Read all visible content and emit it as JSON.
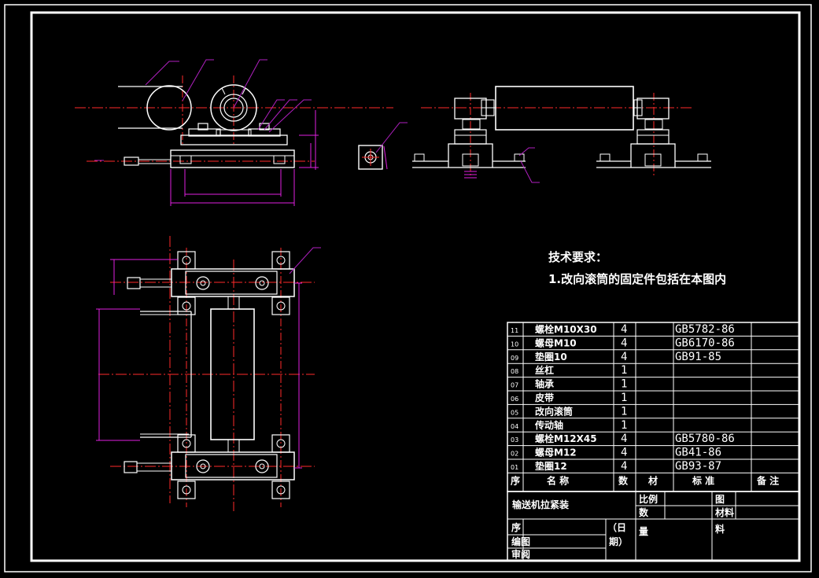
{
  "tech_requirements": {
    "heading": "技术要求：",
    "item1": "1.改向滚筒的固定件包括在本图内"
  },
  "parts_list": [
    {
      "no": "11",
      "name": "螺栓M10X30",
      "qty": "4",
      "standard": "GB5782-86"
    },
    {
      "no": "10",
      "name": "螺母M10",
      "qty": "4",
      "standard": "GB6170-86"
    },
    {
      "no": "09",
      "name": "垫圈10",
      "qty": "4",
      "standard": "GB91-85"
    },
    {
      "no": "08",
      "name": "丝杠",
      "qty": "1",
      "standard": ""
    },
    {
      "no": "07",
      "name": "轴承",
      "qty": "1",
      "standard": ""
    },
    {
      "no": "06",
      "name": "皮带",
      "qty": "1",
      "standard": ""
    },
    {
      "no": "05",
      "name": "改向滚筒",
      "qty": "1",
      "standard": ""
    },
    {
      "no": "04",
      "name": "传动轴",
      "qty": "1",
      "standard": ""
    },
    {
      "no": "03",
      "name": "螺栓M12X45",
      "qty": "4",
      "standard": "GB5780-86"
    },
    {
      "no": "02",
      "name": "螺母M12",
      "qty": "4",
      "standard": "GB41-86"
    },
    {
      "no": "01",
      "name": "垫圈12",
      "qty": "4",
      "standard": "GB93-87"
    }
  ],
  "parts_header": {
    "no": "序",
    "name": "名 称",
    "qty": "数",
    "material": "材",
    "standard": "标 准",
    "remark": "备 注"
  },
  "title_block": {
    "drawing_title": "输送机拉紧装",
    "scale_label": "比例",
    "qty_label": "数",
    "sheet_label": "图",
    "material_label": "材料",
    "weight_label": "量",
    "drawn_label": "序",
    "checked_label": "编图",
    "approved_label": "审阅",
    "date_label": "（日",
    "date_label2": "期）",
    "mass_label": "料"
  },
  "colors": {
    "background": "#000000",
    "lines": "#ffffff",
    "centerlines": "#ff2a2a",
    "dimensions": "#e020e0",
    "leaders": "#b020c0"
  }
}
